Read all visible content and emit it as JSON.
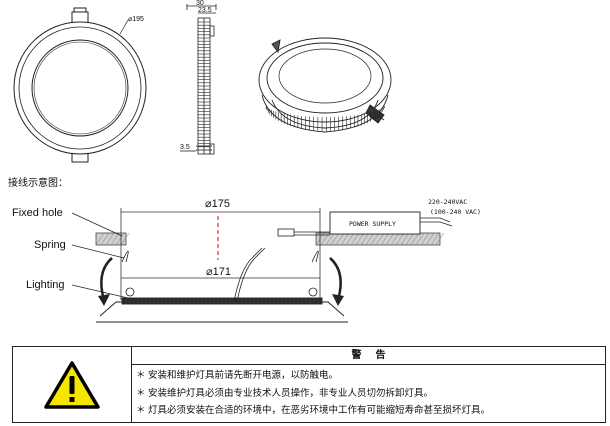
{
  "drawing": {
    "front_view": {
      "diameter_label": "⌀195"
    },
    "side_view": {
      "top_width_label": "30",
      "inner_width_label": "23.5",
      "bottom_label": "3.5"
    },
    "wiring_caption": "接线示意图：",
    "wiring": {
      "fixed_hole_label": "Fixed hole",
      "spring_label": "Spring",
      "lighting_label": "Lighting",
      "hole_diameter_label": "⌀175",
      "lamp_diameter_label": "⌀171",
      "power_supply_label": "POWER  SUPPLY",
      "voltage_1": "220-240VAC",
      "voltage_2": "(100-240 VAC)"
    }
  },
  "warning": {
    "icon": "warning-triangle-icon",
    "title": "警告",
    "items": [
      "安装和维护灯具前请先断开电源，以防触电。",
      "安装维护灯具必须由专业技术人员操作，非专业人员切勿拆卸灯具。",
      "灯具必须安装在合适的环境中，在恶劣环境中工作有可能缩短寿命甚至损坏灯具。"
    ],
    "bullet": "＊",
    "colors": {
      "triangle": "#f5e600",
      "outline": "#000000"
    }
  }
}
